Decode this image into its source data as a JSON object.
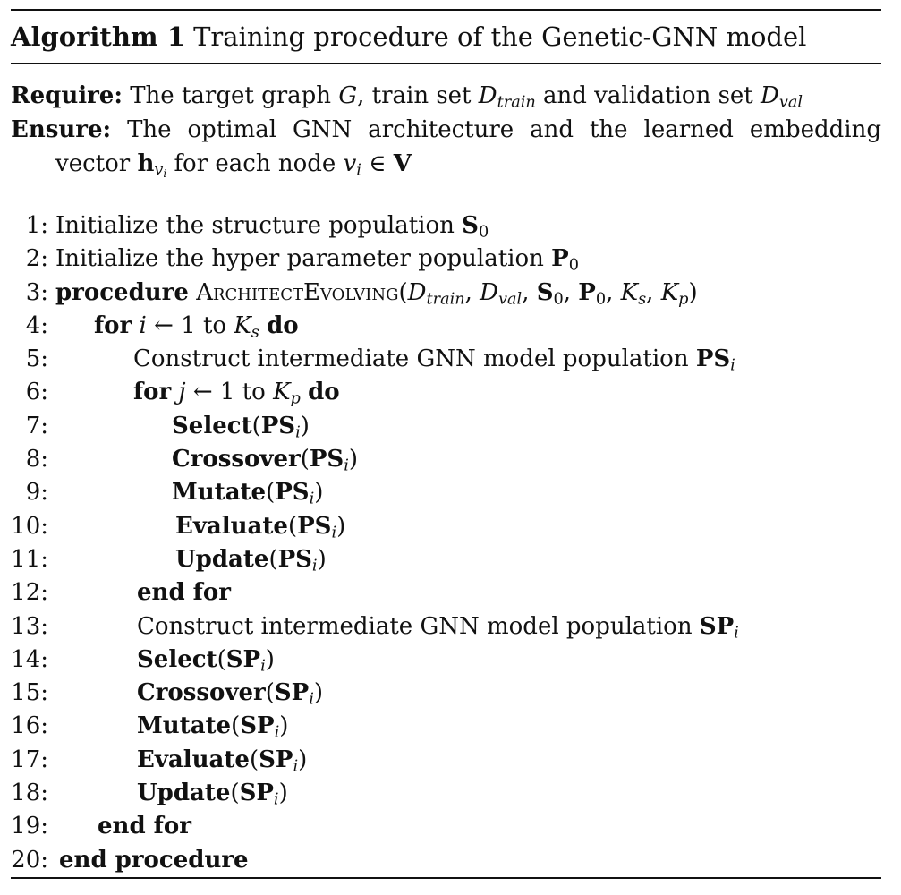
{
  "algorithm": {
    "label": "Algorithm 1",
    "title": "Training procedure of the Genetic-GNN model"
  },
  "require": {
    "keyword": "Require:",
    "text_1": "The target graph",
    "G": "G",
    "text_2": ", train set",
    "D": "D",
    "train": "train",
    "text_3": "and validation set",
    "val": "val"
  },
  "ensure": {
    "keyword": "Ensure:",
    "words": [
      "The",
      "optimal",
      "GNN",
      "architecture",
      "and",
      "the",
      "learned",
      "embedding"
    ],
    "line2_a": "vector",
    "h": "h",
    "v_sub": "v",
    "i": "i",
    "line2_b": "for each node",
    "v": "v",
    "in": "∈",
    "V": "V"
  },
  "steps": [
    {
      "n": "1:",
      "pre": "Initialize the structure population",
      "bold": "S",
      "sub": "0"
    },
    {
      "n": "2:",
      "pre": "Initialize the hyper parameter population",
      "bold": "P",
      "sub": "0"
    },
    {
      "n": "3:",
      "kw": "procedure",
      "name": "ArchitectEvolving",
      "args": "(D_train, D_val, S_0, P_0, K_s, K_p)"
    },
    {
      "n": "4:",
      "kw": "for",
      "var": "i",
      "arrow": "←",
      "from": "1",
      "to": "to",
      "K": "K",
      "ks": "s",
      "do": "do"
    },
    {
      "n": "5:",
      "pre": "Construct intermediate GNN model population",
      "bold": "PS",
      "sub": "i"
    },
    {
      "n": "6:",
      "kw": "for",
      "var": "j",
      "arrow": "←",
      "from": "1",
      "to": "to",
      "K": "K",
      "kp": "p",
      "do": "do"
    },
    {
      "n": "7:",
      "fn": "Select",
      "arg": "PS",
      "sub": "i"
    },
    {
      "n": "8:",
      "fn": "Crossover",
      "arg": "PS",
      "sub": "i"
    },
    {
      "n": "9:",
      "fn": "Mutate",
      "arg": "PS",
      "sub": "i"
    },
    {
      "n": "10:",
      "fn": "Evaluate",
      "arg": "PS",
      "sub": "i"
    },
    {
      "n": "11:",
      "fn": "Update",
      "arg": "PS",
      "sub": "i"
    },
    {
      "n": "12:",
      "kw": "end for"
    },
    {
      "n": "13:",
      "pre": "Construct intermediate GNN model population",
      "bold": "SP",
      "sub": "i"
    },
    {
      "n": "14:",
      "fn": "Select",
      "arg": "SP",
      "sub": "i"
    },
    {
      "n": "15:",
      "fn": "Crossover",
      "arg": "SP",
      "sub": "i"
    },
    {
      "n": "16:",
      "fn": "Mutate",
      "arg": "SP",
      "sub": "i"
    },
    {
      "n": "17:",
      "fn": "Evaluate",
      "arg": "SP",
      "sub": "i"
    },
    {
      "n": "18:",
      "fn": "Update",
      "arg": "SP",
      "sub": "i"
    },
    {
      "n": "19:",
      "kw": "end for"
    },
    {
      "n": "20:",
      "kw": "end procedure"
    }
  ],
  "symbols": {
    "lparen": "(",
    "rparen": ")",
    "comma": ",",
    "space": " ",
    "S": "S",
    "P": "P",
    "zero": "0",
    "K": "K",
    "s": "s",
    "p": "p",
    "D": "D",
    "train": "train",
    "val": "val"
  }
}
